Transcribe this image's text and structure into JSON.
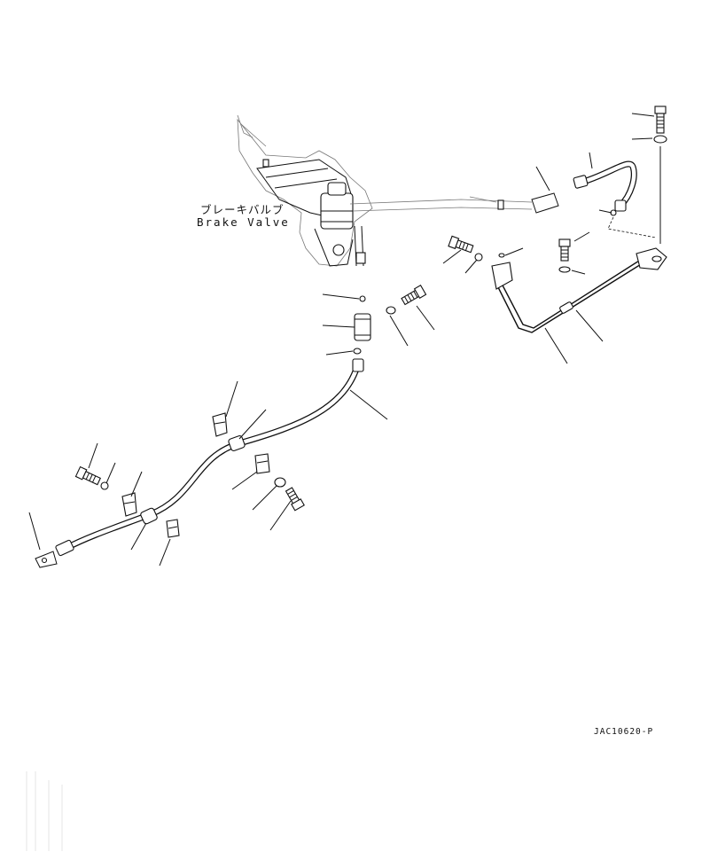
{
  "diagram": {
    "label_japanese": "ブレーキバルブ",
    "label_english": "Brake Valve",
    "drawing_code": "JAC10620-P"
  }
}
